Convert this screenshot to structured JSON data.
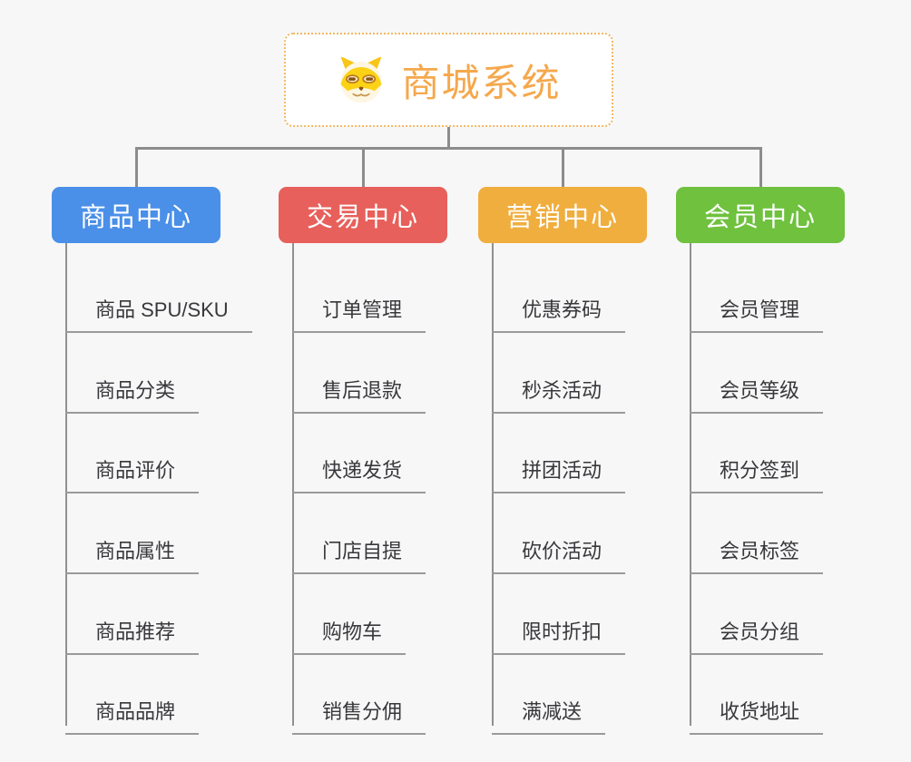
{
  "root": {
    "title": "商城系统",
    "icon": "doge-icon",
    "accent_color": "#f5a84c",
    "border_color": "#f3b863"
  },
  "branches": [
    {
      "label": "商品中心",
      "color": "#4a8fe8",
      "children": [
        "商品 SPU/SKU",
        "商品分类",
        "商品评价",
        "商品属性",
        "商品推荐",
        "商品品牌"
      ]
    },
    {
      "label": "交易中心",
      "color": "#e7605b",
      "children": [
        "订单管理",
        "售后退款",
        "快递发货",
        "门店自提",
        "购物车",
        "销售分佣"
      ]
    },
    {
      "label": "营销中心",
      "color": "#f0ae3e",
      "children": [
        "优惠券码",
        "秒杀活动",
        "拼团活动",
        "砍价活动",
        "限时折扣",
        "满减送"
      ]
    },
    {
      "label": "会员中心",
      "color": "#6fc13e",
      "children": [
        "会员管理",
        "会员等级",
        "积分签到",
        "会员标签",
        "会员分组",
        "收货地址"
      ]
    }
  ],
  "connector_color": "#8c8c8c",
  "underline_color": "#9a9a9a"
}
